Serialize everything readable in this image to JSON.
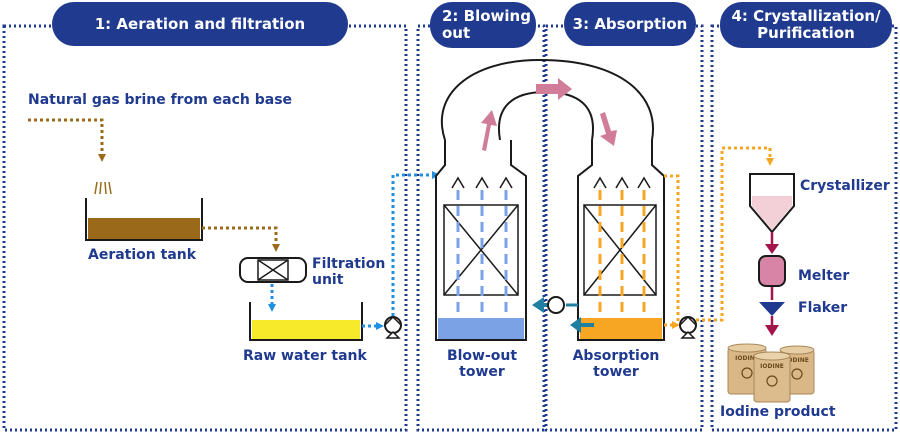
{
  "stages": [
    {
      "label": "1: Aeration and filtration"
    },
    {
      "label": "2: Blowing\nout"
    },
    {
      "label": "3: Absorption"
    },
    {
      "label": "4: Crystallization/\nPurification"
    }
  ],
  "labels": {
    "brine_source": "Natural gas brine from each base",
    "aeration_tank": "Aeration tank",
    "filtration_unit": "Filtration\nunit",
    "raw_water_tank": "Raw water tank",
    "blowout_tower": "Blow-out\ntower",
    "absorption_tower": "Absorption\ntower",
    "crystallizer": "Crystallizer",
    "melter": "Melter",
    "flaker": "Flaker",
    "iodine_product": "Iodine product"
  },
  "product_can_text": "IODINE",
  "colors": {
    "navy": "#1f3a8f",
    "brine_brown": "#9a6a1a",
    "water_yellow": "#f7ea2a",
    "flow_blue": "#1f8fe0",
    "absorb_orange": "#f6a623",
    "tower_blue": "#7aa2e4",
    "arrow_pink": "#d17c98",
    "crimson": "#a3144c",
    "teal": "#1e7fa0"
  }
}
